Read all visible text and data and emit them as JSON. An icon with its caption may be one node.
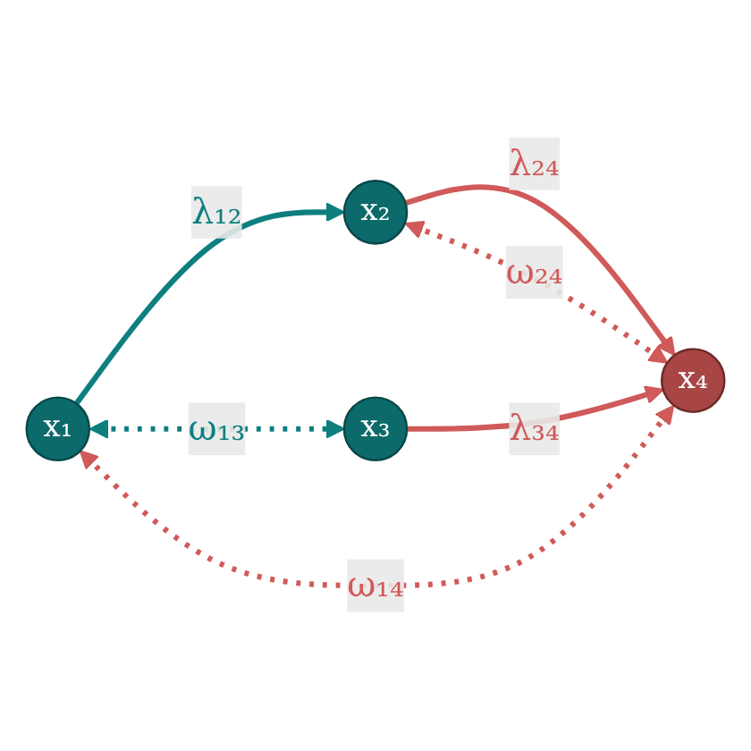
{
  "diagram": {
    "nodes": [
      {
        "text": [
          "x₁"
        ]
      },
      {
        "text": [
          "x₂"
        ]
      },
      {
        "text": [
          "x₃"
        ]
      },
      {
        "text": [
          "x₄"
        ]
      }
    ],
    "edges": [
      {
        "from": 0,
        "to": 1,
        "arrow": "to",
        "label": "λ₁₂",
        "color": "#0e7f7f"
      },
      {
        "from": 0,
        "to": 2,
        "arrow": "both",
        "label": "ω₁₃",
        "style": "dashed",
        "color": "#0e7f7f"
      },
      {
        "from": 3,
        "to": 0,
        "arrow": "both",
        "label": "ω₁₄",
        "style": "dashed"
      },
      {
        "from": 1,
        "to": 3,
        "arrow": "to",
        "label": "λ₂₄"
      },
      {
        "from": 1,
        "to": 3,
        "arrow": "both",
        "label": "ω₂₄",
        "style": "dashed"
      },
      {
        "from": 2,
        "to": 3,
        "arrow": "to",
        "label": "λ₃₄"
      }
    ]
  }
}
